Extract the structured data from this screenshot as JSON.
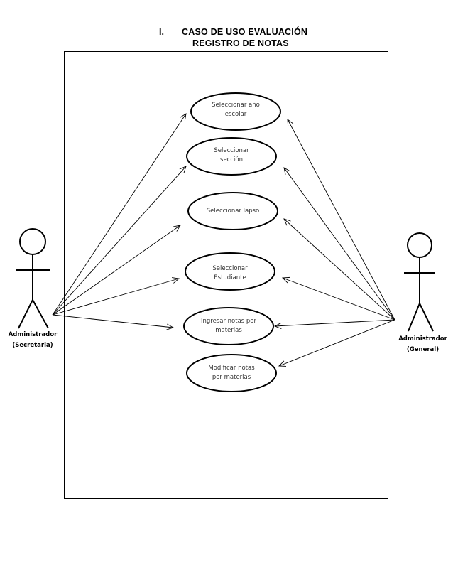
{
  "title": {
    "number": "I.",
    "line1": "CASO DE USO EVALUACIÓN",
    "line2": "REGISTRO DE NOTAS"
  },
  "use_cases": [
    {
      "line1": "Seleccionar año",
      "line2": "escolar"
    },
    {
      "line1": "Seleccionar",
      "line2": "sección"
    },
    {
      "line1": "Seleccionar lapso",
      "line2": ""
    },
    {
      "line1": "Seleccionar",
      "line2": "Estudiante"
    },
    {
      "line1": "Ingresar notas por",
      "line2": "materias"
    },
    {
      "line1": "Modificar notas",
      "line2": "por materias"
    }
  ],
  "actors": {
    "left": {
      "line1": "Administrador",
      "line2": "(Secretaria)"
    },
    "right": {
      "line1": "Administrador",
      "line2": "(General)"
    }
  }
}
